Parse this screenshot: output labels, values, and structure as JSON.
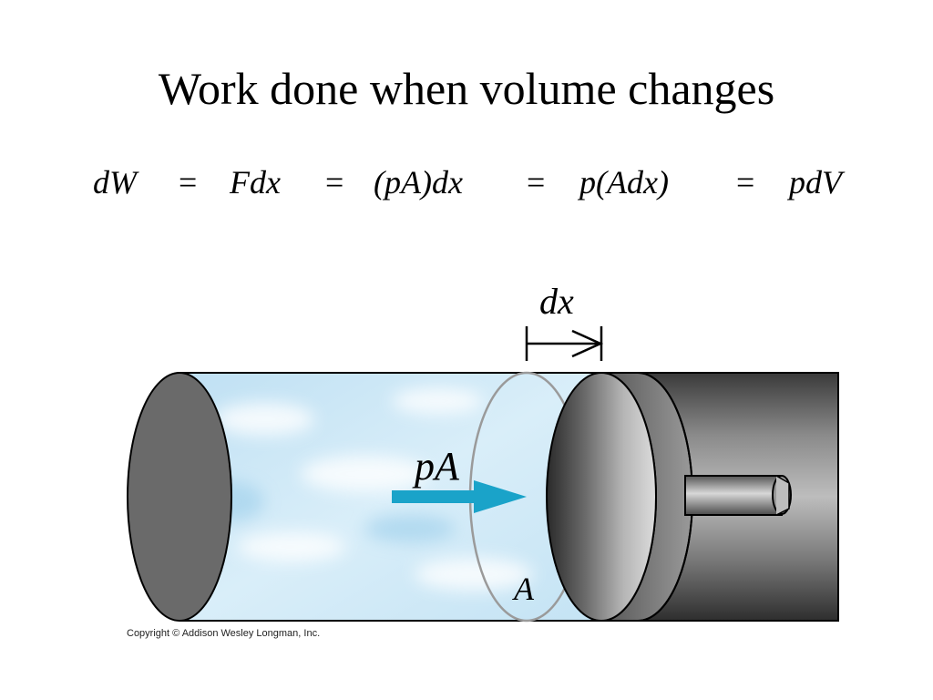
{
  "title": "Work done when volume changes",
  "equation": {
    "terms": [
      "dW",
      "Fdx",
      "(pA)dx",
      "p(Adx)",
      "pdV"
    ],
    "equals": "="
  },
  "diagram": {
    "label_dx": "dx",
    "label_force": "pA",
    "label_area": "A"
  },
  "copyright": "Copyright © Addison Wesley Longman, Inc.",
  "colors": {
    "gas": "#c9e6f5",
    "arrow": "#1aa3c9",
    "cylinder_dark": "#4a4a4a",
    "end_cap": "#6a6a6a"
  }
}
